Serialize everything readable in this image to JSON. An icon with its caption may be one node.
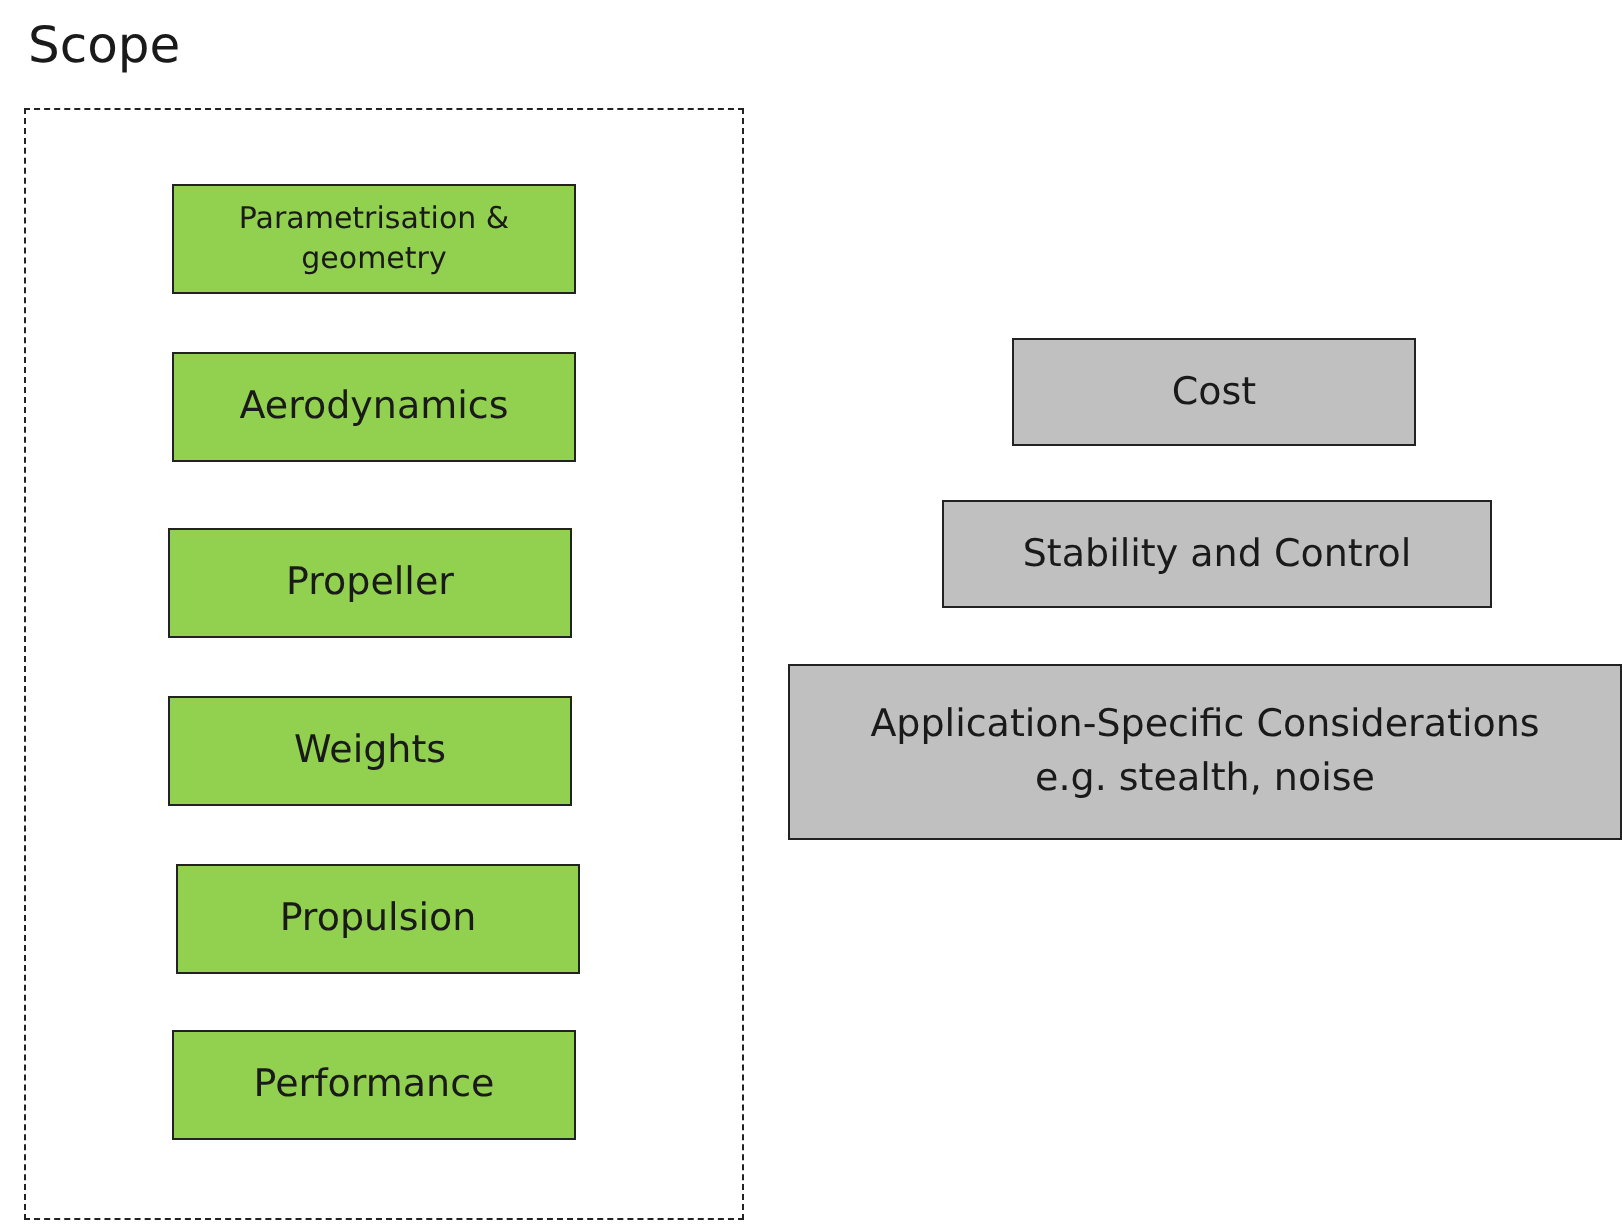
{
  "diagram": {
    "nodes": [
      {
        "text": [
          "Scope"
        ]
      },
      {
        "text": [
          "Parametrisation & geometry"
        ],
        "in": 0
      },
      {
        "text": [
          "Aerodynamics"
        ],
        "in": 0
      },
      {
        "text": [
          "Propeller"
        ],
        "in": 0
      },
      {
        "text": [
          "Weights"
        ],
        "in": 0
      },
      {
        "text": [
          "Propulsion"
        ],
        "in": 0
      },
      {
        "text": [
          "Performance"
        ],
        "in": 0
      },
      {
        "text": [
          "Cost"
        ]
      },
      {
        "text": [
          "Stability and Control"
        ]
      },
      {
        "text": [
          "Application-Specific Considerations",
          "e.g. stealth, noise"
        ]
      }
    ]
  }
}
